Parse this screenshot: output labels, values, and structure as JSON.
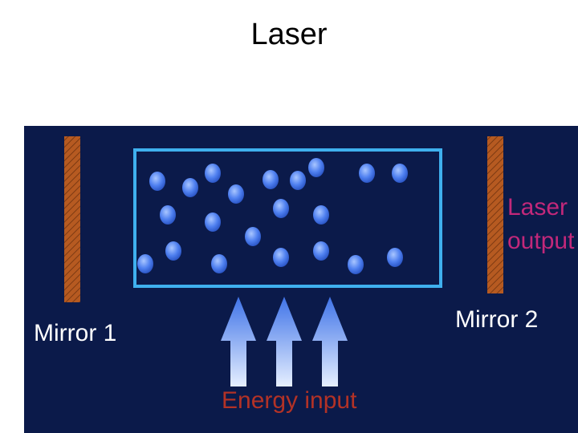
{
  "slide": {
    "title": "Laser"
  },
  "diagram": {
    "labels": {
      "mirror1": "Mirror 1",
      "mirror2": "Mirror 2",
      "output": [
        "Laser",
        "output"
      ],
      "energy": "Energy input"
    },
    "colors": {
      "background": "#0b1a4a",
      "cavity_border": "#3fb0ee",
      "mirror": "#b65a21",
      "output_text": "#c2287a",
      "energy_text": "#b33226",
      "label_text": "#ffffff",
      "atom": "#4f80f0",
      "arrow": "#6fa0f5"
    }
  }
}
